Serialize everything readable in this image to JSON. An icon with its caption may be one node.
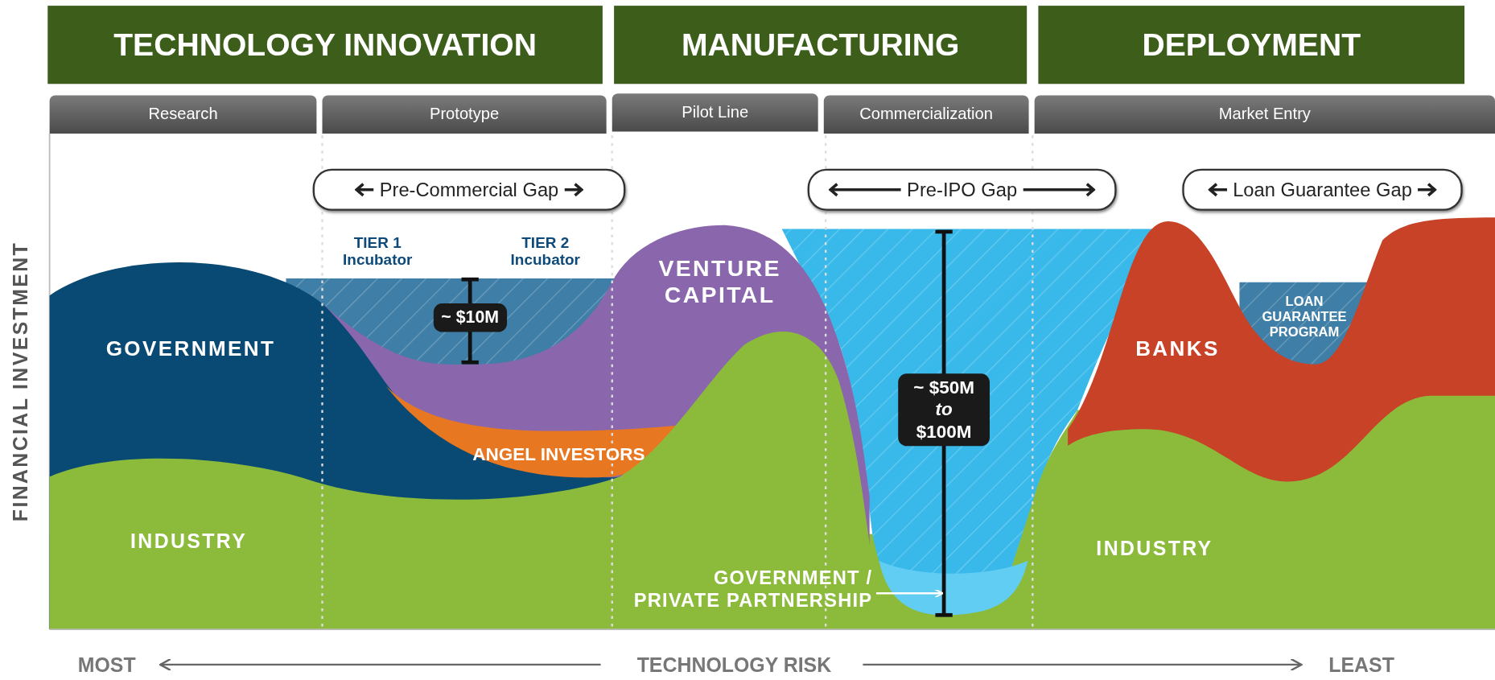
{
  "diagram": {
    "nodes": [
      {
        "text": [
          "GOVERNMENT / PRIVATE PARTNERSHIP"
        ]
      },
      {
        "text": [],
        "shape": "area"
      }
    ],
    "edges": [
      {
        "from": 0,
        "to": 1,
        "arrow": "to"
      }
    ],
    "labels": [
      "TECHNOLOGY INNOVATION",
      "MANUFACTURING",
      "DEPLOYMENT",
      "Research",
      "Prototype",
      "Pilot Line",
      "Commercialization",
      "Market Entry",
      "Pre-Commercial Gap",
      "Pre-IPO Gap",
      "Loan Guarantee Gap",
      "FINANCIAL INVESTMENT",
      "TIER 1 Incubator",
      "TIER 2 Incubator",
      "VENTURE CAPITAL",
      "~ $10M",
      "GOVERNMENT",
      "BANKS",
      "LOAN GUARANTEE PROGRAM",
      "~ $50M *to* $100M",
      "ANGEL INVESTORS",
      "INDUSTRY",
      "INDUSTRY",
      "MOST",
      "TECHNOLOGY RISK",
      "LEAST"
    ]
  }
}
